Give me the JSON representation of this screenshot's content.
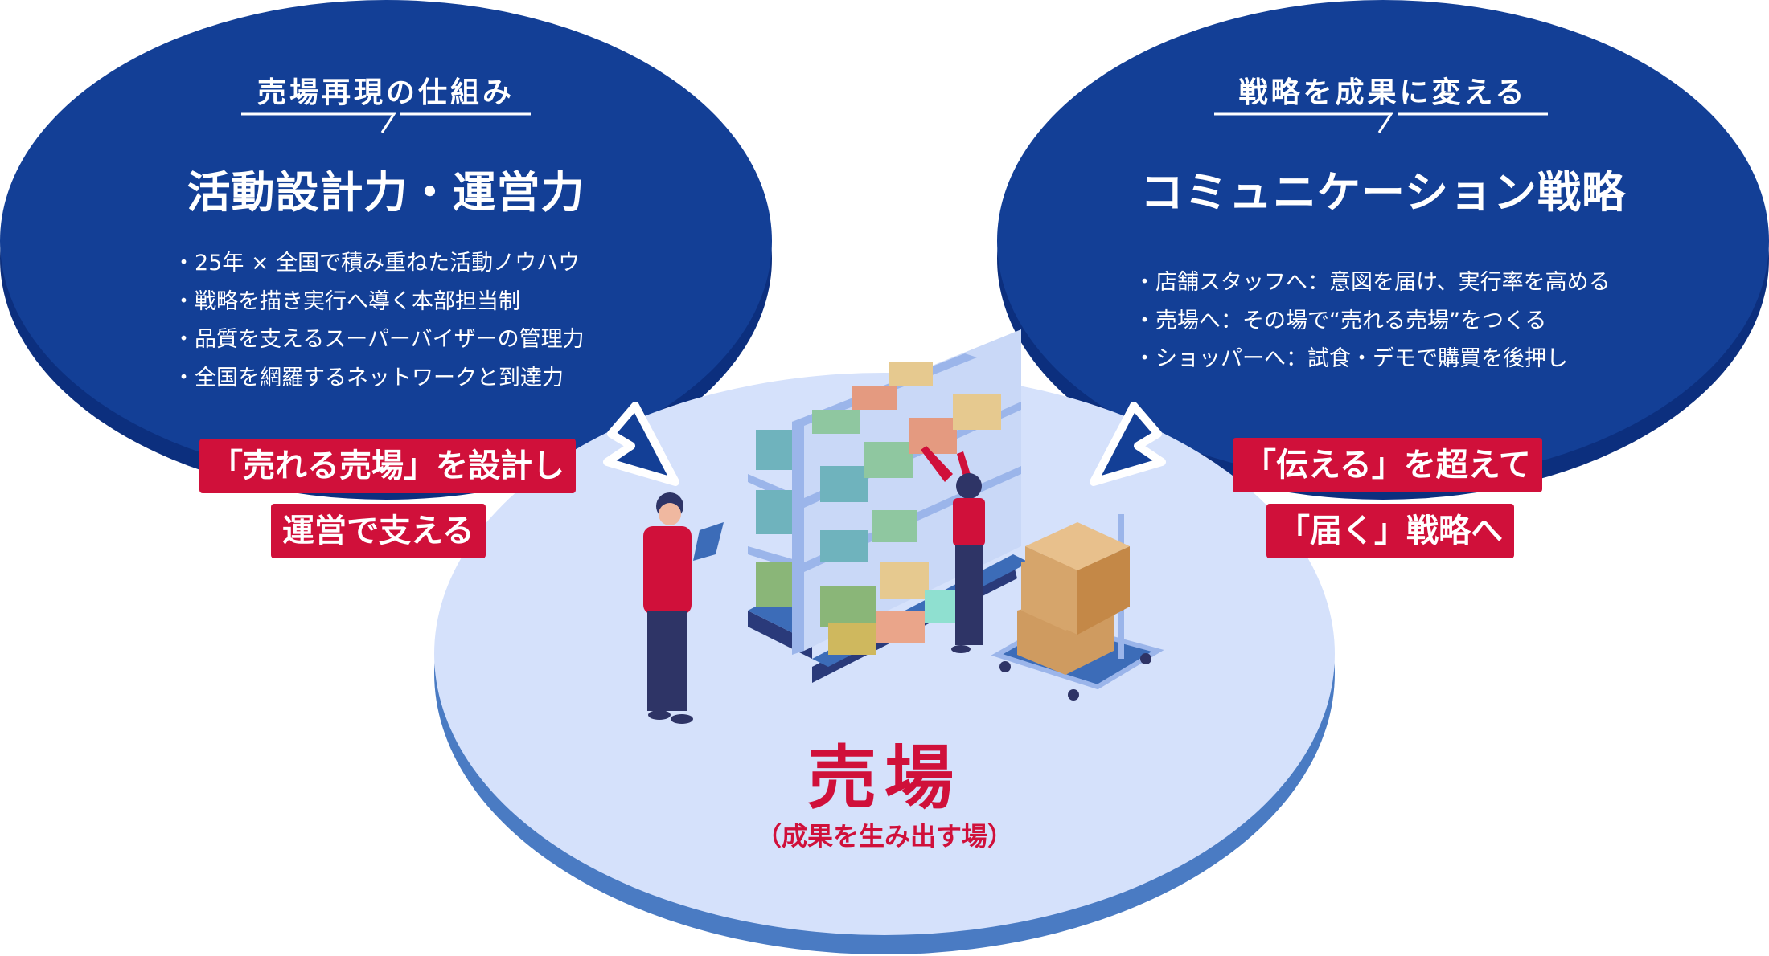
{
  "left": {
    "subtitle": "売場再現の仕組み",
    "title": "活動設計力・運営力",
    "bullets": [
      "25年 × 全国で積み重ねた活動ノウハウ",
      "戦略を描き実行へ導く本部担当制",
      "品質を支えるスーパーバイザーの管理力",
      "全国を網羅するネットワークと到達力"
    ],
    "tags": [
      "「売れる売場」を設計し",
      "運営で支える"
    ]
  },
  "right": {
    "subtitle": "戦略を成果に変える",
    "title": "コミュニケーション戦略",
    "bullets": [
      "店舗スタッフへ：意図を届け、実行率を高める",
      "売場へ：その場で“売れる売場”をつくる",
      "ショッパーへ：試食・デモで購買を後押し"
    ],
    "tags": [
      "「伝える」を超えて",
      "「届く」戦略へ"
    ]
  },
  "center": {
    "title": "売場",
    "subtitle": "（成果を生み出す場）"
  },
  "colors": {
    "navy": "#133f96",
    "navy_rim": "#0c2f7e",
    "light": "#d5e1fb",
    "light_rim": "#4a7bc3",
    "red": "#d0103a"
  }
}
